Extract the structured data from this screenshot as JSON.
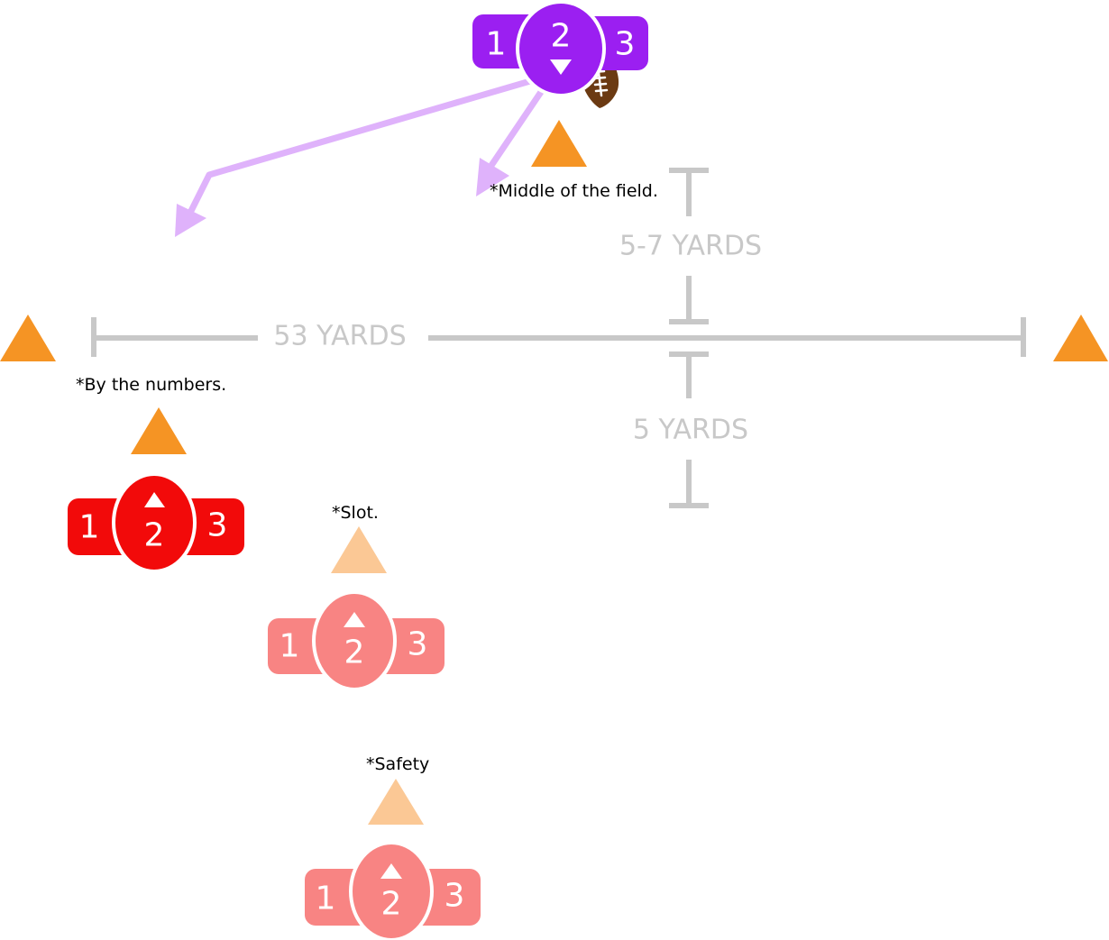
{
  "colors": {
    "qb": "#9b1ff1",
    "receiver_primary": "#f20a0a",
    "receiver_secondary": "#f88483",
    "cone": "#f59424",
    "cone_light": "#fbc895",
    "route": "#dfb2fb",
    "measure": "#c8c8c8",
    "football": "#6b3a12"
  },
  "quarterback": {
    "left": "1",
    "center": "2",
    "right": "3",
    "icon": "football-icon"
  },
  "receivers": [
    {
      "left": "1",
      "center": "2",
      "right": "3",
      "variant": "primary"
    },
    {
      "left": "1",
      "center": "2",
      "right": "3",
      "variant": "secondary"
    },
    {
      "left": "1",
      "center": "2",
      "right": "3",
      "variant": "secondary"
    }
  ],
  "notes": {
    "middle": "*Middle of the field.",
    "numbers": "*By the numbers.",
    "slot": "*Slot.",
    "safety": "*Safety"
  },
  "measurements": {
    "width": "53 YARDS",
    "depth_upper": "5-7 YARDS",
    "depth_lower": "5 YARDS"
  }
}
